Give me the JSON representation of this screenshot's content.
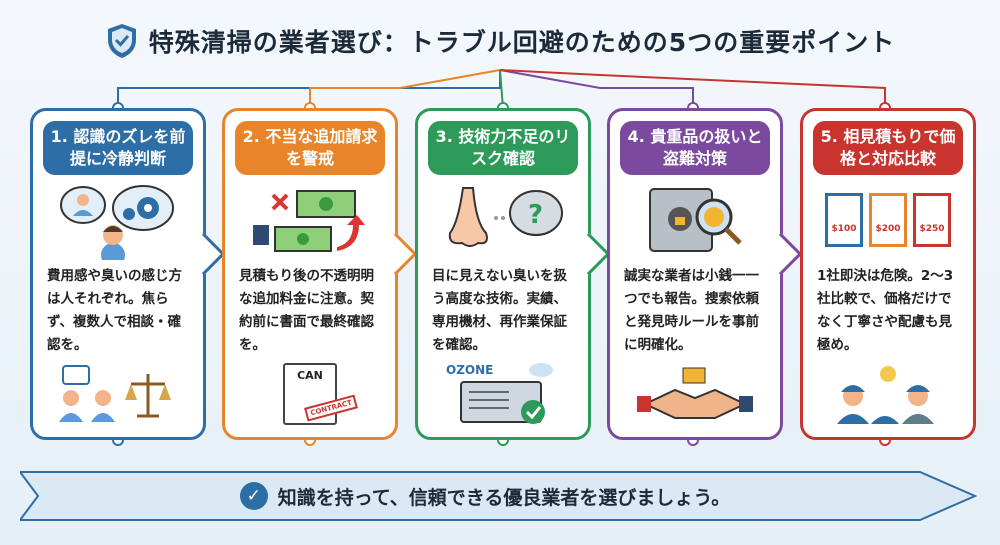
{
  "title": "特殊清掃の業者選び：トラブル回避のための5つの重要ポイント",
  "colors": {
    "blue": "#2e6ea6",
    "orange": "#e8852a",
    "green": "#2e9a5a",
    "purple": "#7b4a9e",
    "red": "#c9352e"
  },
  "cards": [
    {
      "heading": "1. 認識のズレを前提に冷静判断",
      "body": "費用感や臭いの感じ方は人それぞれ。焦らず、複数人で相談・確認を。",
      "icons": [
        "thinking-person-icon",
        "discussion-scale-icon"
      ]
    },
    {
      "heading": "2. 不当な追加請求を警戒",
      "body": "見積もり後の不透明明な追加料金に注意。契約前に書面で最終確認を。",
      "icons": [
        "money-hand-icon",
        "contract-icon"
      ]
    },
    {
      "heading": "3. 技術力不足のリスク確認",
      "body": "目に見えない臭いを扱う高度な技術。実績、専用機材、再作業保証を確認。",
      "icons": [
        "nose-question-icon",
        "ozone-machine-icon"
      ],
      "ozone": "OZONE"
    },
    {
      "heading": "4. 貴重品の扱いと盗難対策",
      "body": "誠実な業者は小銭一一つでも報告。捜索依頼と発見時ルールを事前に明確化。",
      "icons": [
        "safe-magnifier-icon",
        "handshake-icon"
      ]
    },
    {
      "heading": "5. 相見積もりで価格と対応比較",
      "body": "1社即決は危険。2～3社比較で、価格だけでなく丁寧さや配慮も見極め。",
      "icons": [
        "quotes-compare-icon",
        "workers-icon"
      ],
      "prices": [
        "$100",
        "$200",
        "$250"
      ]
    }
  ],
  "contract_label": "CAN",
  "contract_stamp": "CONTRACT",
  "banner": "知識を持って、信頼できる優良業者を選びましょう。"
}
